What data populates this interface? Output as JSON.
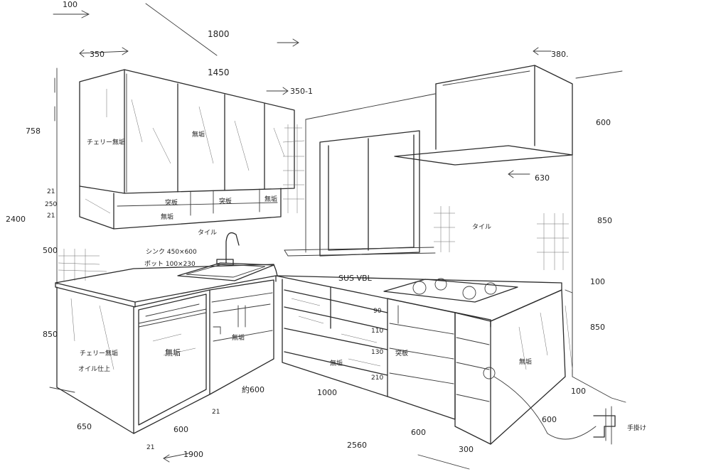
{
  "dimensions": {
    "top_100": "100",
    "top_1800": "1800",
    "top_350": "350",
    "top_1450": "1450",
    "top_350_1": "350-1",
    "top_380": "380.",
    "left_758": "758",
    "left_21a": "21",
    "left_250": "250",
    "left_21b": "21",
    "left_2400": "2400",
    "left_500": "500",
    "left_850": "850",
    "left_650": "650",
    "right_600": "600",
    "right_630": "630",
    "right_850": "850",
    "right_100a": "100",
    "right_850b": "850",
    "right_100b": "100",
    "right_600b": "600",
    "bottom_21a": "21",
    "bottom_600a": "600",
    "bottom_21b": "21",
    "bottom_1900": "1900",
    "bottom_600mid": "約600",
    "bottom_1000": "1000",
    "bottom_2560": "2560",
    "bottom_600b": "600",
    "bottom_300": "300",
    "drawer_90": "90",
    "drawer_110": "110",
    "drawer_130": "130",
    "drawer_210": "210"
  },
  "labels": {
    "upper_cabinet_material": "チェリー無垢",
    "upper_cabinet_door": "無垢",
    "shelf_a": "突板",
    "shelf_b": "突板",
    "shelf_mini": "無垢",
    "shelf_c": "無垢",
    "tile_left": "タイル",
    "sink": "シンク 450×600",
    "pot": "ポット 100×230",
    "counter": "SUS VBL",
    "tile_right": "タイル",
    "dishwasher_front": "無垢",
    "left_panel_1": "チェリー無垢",
    "left_panel_2": "オイル仕上",
    "open_shelf": "無垢",
    "drawer_front": "無垢",
    "oven_shelf": "突板",
    "right_panel": "無垢",
    "handle": "手掛け"
  }
}
